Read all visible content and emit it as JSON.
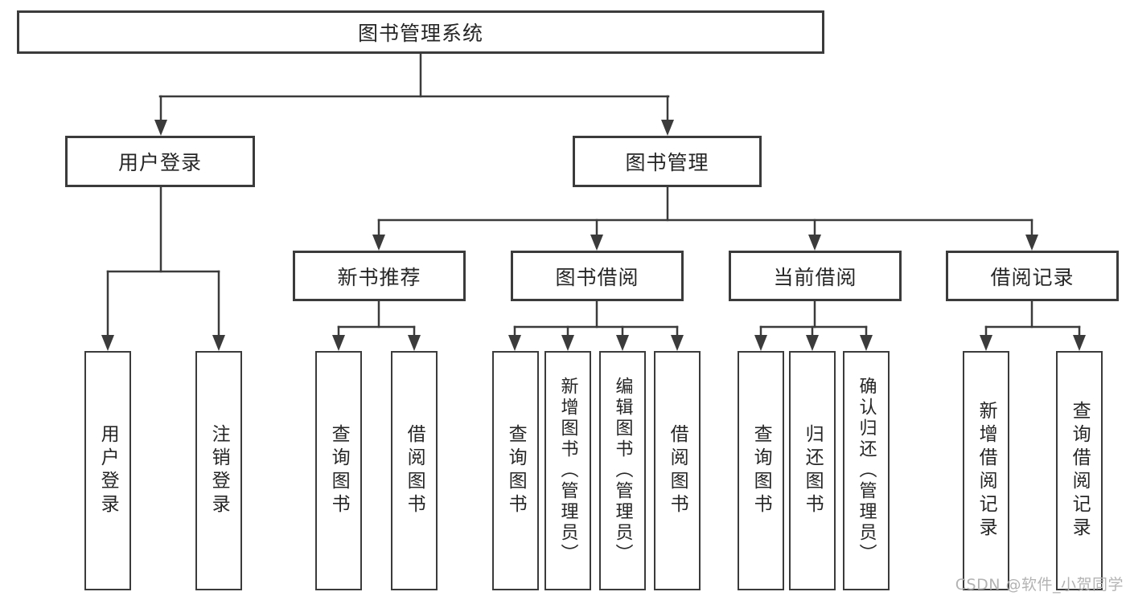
{
  "root": {
    "label": "图书管理系统"
  },
  "level2": {
    "user": {
      "label": "用户登录"
    },
    "book": {
      "label": "图书管理"
    }
  },
  "modules": [
    {
      "label": "新书推荐"
    },
    {
      "label": "图书借阅"
    },
    {
      "label": "当前借阅"
    },
    {
      "label": "借阅记录"
    }
  ],
  "leaves": [
    {
      "label": "用户登录"
    },
    {
      "label": "注销登录"
    },
    {
      "label": "查询图书"
    },
    {
      "label": "借阅图书"
    },
    {
      "label": "查询图书"
    },
    {
      "label": "新增图书（管理员）"
    },
    {
      "label": "编辑图书（管理员）"
    },
    {
      "label": "借阅图书"
    },
    {
      "label": "查询图书"
    },
    {
      "label": "归还图书"
    },
    {
      "label": "确认归还（管理员）"
    },
    {
      "label": "新增借阅记录"
    },
    {
      "label": "查询借阅记录"
    }
  ],
  "watermark": {
    "text": "CSDN @软件_小贺同学"
  },
  "colors": {
    "line": "#3b3b3b",
    "text": "#262626",
    "watermark": "#b3b3b3",
    "background": "#ffffff"
  }
}
